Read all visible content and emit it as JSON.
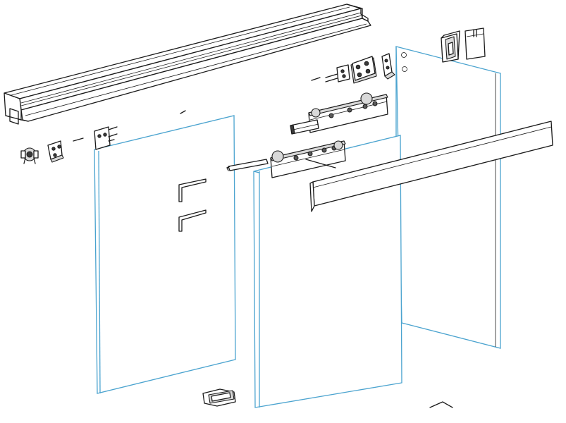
{
  "diagram": {
    "type": "exploded-assembly",
    "colors": {
      "glass_edge": "#4aa3cf",
      "line": "#1a1a1a",
      "fill": "#ffffff",
      "shade": "#d9d9d9"
    },
    "components": [
      "top-track-rail",
      "glass-panel-left",
      "glass-panel-middle",
      "glass-panel-fixed",
      "front-cover-fascia",
      "roller-carriage-upper",
      "roller-carriage-lower",
      "end-stop-set",
      "wall-bracket-set",
      "allen-key",
      "floor-guide",
      "end-cap-set"
    ]
  }
}
